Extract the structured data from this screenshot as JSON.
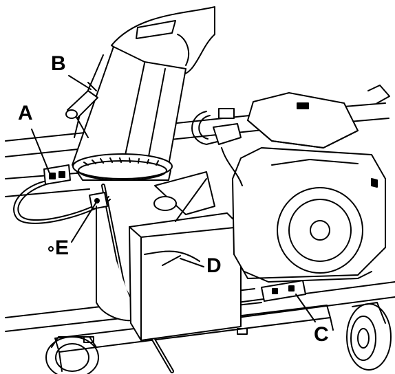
{
  "figure": {
    "callouts": [
      {
        "id": "a",
        "label": "A"
      },
      {
        "id": "b",
        "label": "B"
      },
      {
        "id": "c",
        "label": "C"
      },
      {
        "id": "d",
        "label": "D"
      },
      {
        "id": "e",
        "label": "E"
      }
    ]
  }
}
